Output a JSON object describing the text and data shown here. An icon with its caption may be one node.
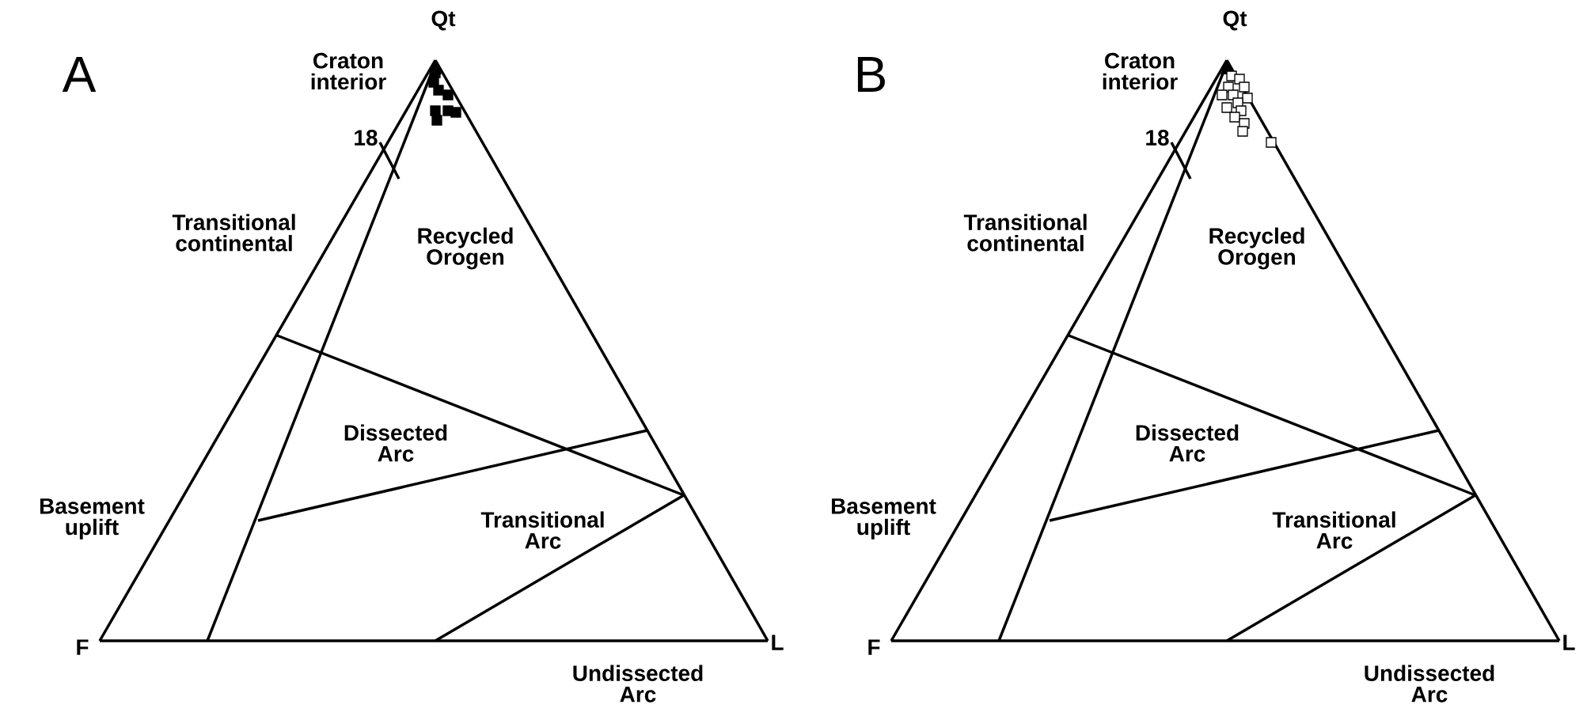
{
  "diagram": {
    "labels": [
      "A",
      "Qt",
      "Craton interior",
      "18",
      "Transitional continental",
      "Recycled Orogen",
      "Dissected Arc",
      "Basement uplift",
      "Transitional Arc",
      "F",
      "L",
      "Undissected Arc",
      "B",
      "Qt",
      "Craton interior",
      "18",
      "Transitional continental",
      "Recycled Orogen",
      "Dissected Arc",
      "Basement uplift",
      "Transitional Arc",
      "F",
      "L",
      "Undissected Arc"
    ]
  }
}
